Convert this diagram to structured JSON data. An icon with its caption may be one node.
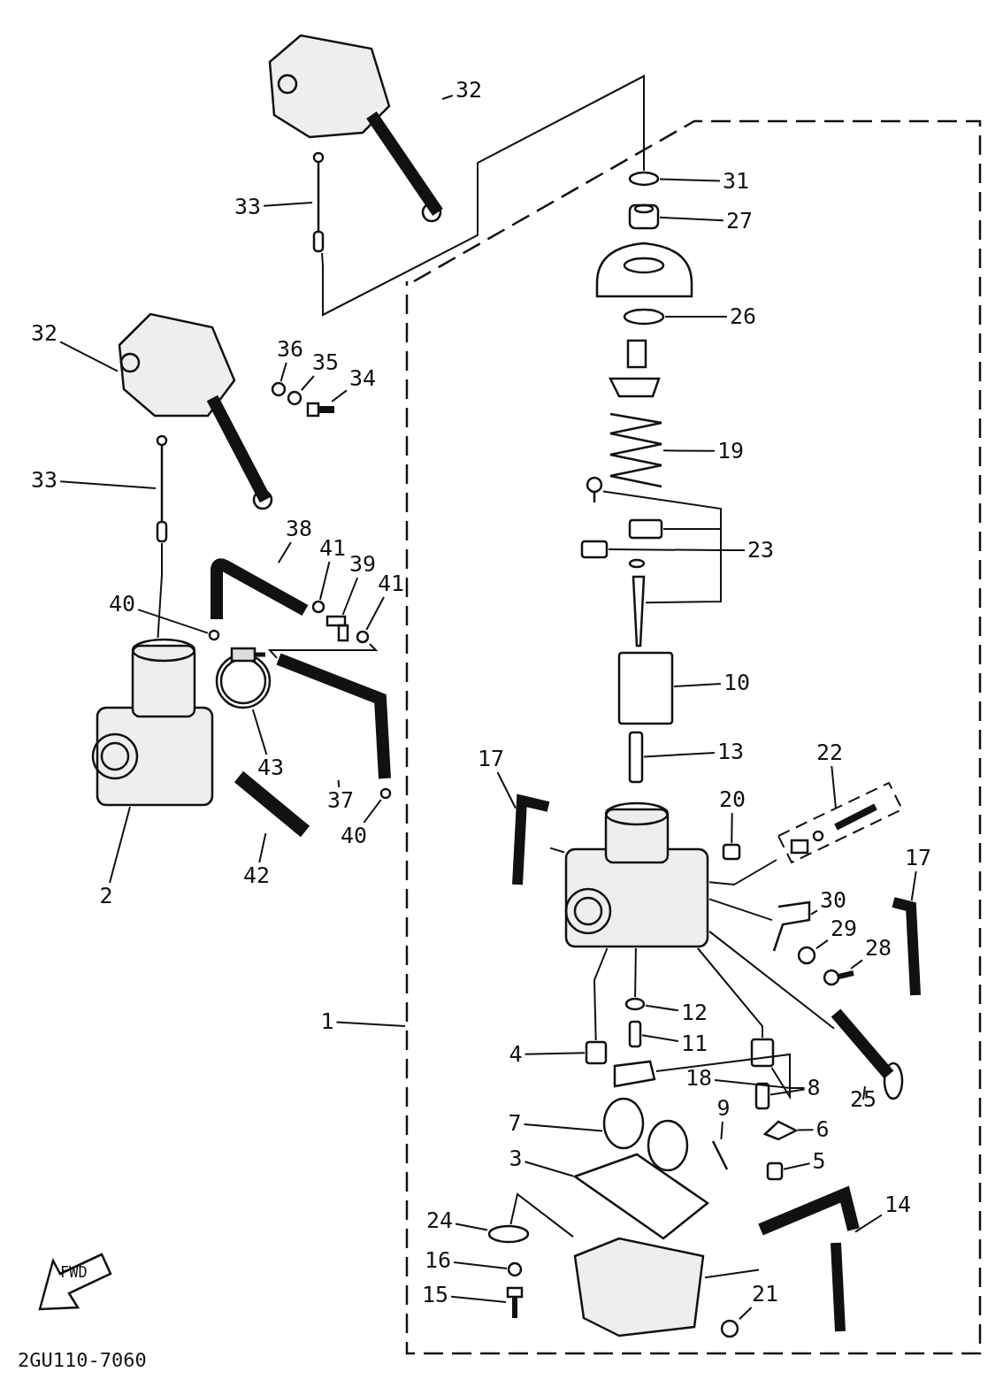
{
  "diagram": {
    "nodes": [
      {
        "text": [
          "32"
        ]
      },
      {
        "text": [
          "33"
        ]
      },
      {
        "text": [
          "31"
        ]
      },
      {
        "text": [
          "27"
        ]
      },
      {
        "text": [
          "26"
        ]
      },
      {
        "text": [
          "32"
        ]
      },
      {
        "text": [
          "36"
        ]
      },
      {
        "text": [
          "35"
        ]
      },
      {
        "text": [
          "34"
        ]
      },
      {
        "text": [
          "19"
        ]
      },
      {
        "text": [
          "23"
        ]
      },
      {
        "text": [
          "33"
        ]
      },
      {
        "text": [
          "38"
        ]
      },
      {
        "text": [
          "41"
        ]
      },
      {
        "text": [
          "39"
        ]
      },
      {
        "text": [
          "41"
        ]
      },
      {
        "text": [
          "40"
        ]
      },
      {
        "text": [
          "10"
        ]
      },
      {
        "text": [
          "13"
        ]
      },
      {
        "text": [
          "17"
        ]
      },
      {
        "text": [
          "22"
        ]
      },
      {
        "text": [
          "20"
        ]
      },
      {
        "text": [
          "17"
        ]
      },
      {
        "text": [
          "43"
        ]
      },
      {
        "text": [
          "37"
        ]
      },
      {
        "text": [
          "40"
        ]
      },
      {
        "text": [
          "2"
        ]
      },
      {
        "text": [
          "42"
        ]
      },
      {
        "text": [
          "30"
        ]
      },
      {
        "text": [
          "29"
        ]
      },
      {
        "text": [
          "28"
        ]
      },
      {
        "text": [
          "1"
        ]
      },
      {
        "text": [
          "12"
        ]
      },
      {
        "text": [
          "11"
        ]
      },
      {
        "text": [
          "4"
        ]
      },
      {
        "text": [
          "18"
        ]
      },
      {
        "text": [
          "8"
        ]
      },
      {
        "text": [
          "25"
        ]
      },
      {
        "text": [
          "7"
        ]
      },
      {
        "text": [
          "9"
        ]
      },
      {
        "text": [
          "6"
        ]
      },
      {
        "text": [
          "3"
        ]
      },
      {
        "text": [
          "5"
        ]
      },
      {
        "text": [
          "14"
        ]
      },
      {
        "text": [
          "24"
        ]
      },
      {
        "text": [
          "16"
        ]
      },
      {
        "text": [
          "15"
        ]
      },
      {
        "text": [
          "21"
        ]
      },
      {
        "text": [],
        "shape": "picture"
      },
      {
        "text": [],
        "shape": "picture"
      },
      {
        "text": [],
        "shape": "circle"
      },
      {
        "text": [],
        "shape": "picture"
      },
      {
        "text": [],
        "shape": "circle"
      },
      {
        "text": [],
        "shape": "picture"
      },
      {
        "text": [],
        "shape": "picture"
      },
      {
        "text": [],
        "shape": "picture"
      },
      {
        "text": [],
        "shape": "box"
      },
      {
        "text": [],
        "shape": "box"
      },
      {
        "text": [],
        "shape": "picture"
      },
      {
        "text": [],
        "shape": "picture"
      },
      {
        "text": [],
        "shape": "circle"
      },
      {
        "text": [],
        "shape": "circle"
      },
      {
        "text": [],
        "shape": "picture"
      },
      {
        "text": [],
        "shape": "picture"
      },
      {
        "text": [],
        "shape": "picture"
      },
      {
        "text": [],
        "shape": "circle"
      },
      {
        "text": [],
        "shape": "picture"
      },
      {
        "text": [],
        "shape": "circle"
      },
      {
        "text": [],
        "shape": "circle"
      },
      {
        "text": [],
        "shape": "box"
      },
      {
        "text": [],
        "shape": "box"
      },
      {
        "text": [],
        "shape": "picture"
      },
      {
        "text": [],
        "shape": "picture"
      },
      {
        "text": [],
        "shape": "box"
      },
      {
        "text": [],
        "shape": "picture"
      },
      {
        "text": [],
        "shape": "picture"
      },
      {
        "text": [],
        "shape": "picture"
      },
      {
        "text": [],
        "shape": "circle"
      },
      {
        "text": [],
        "shape": "picture"
      },
      {
        "text": [],
        "shape": "picture"
      },
      {
        "text": [],
        "shape": "picture"
      },
      {
        "text": [],
        "shape": "circle"
      },
      {
        "text": [],
        "shape": "picture"
      },
      {
        "text": [],
        "shape": "picture"
      },
      {
        "text": [],
        "shape": "circle"
      },
      {
        "text": [],
        "shape": "box"
      },
      {
        "text": [],
        "shape": "box"
      },
      {
        "text": [],
        "shape": "picture"
      },
      {
        "text": [],
        "shape": "box"
      },
      {
        "text": [],
        "shape": "box"
      },
      {
        "text": [],
        "shape": "picture"
      },
      {
        "text": [],
        "shape": "picture"
      },
      {
        "text": [],
        "shape": "picture"
      },
      {
        "text": [],
        "shape": "picture"
      },
      {
        "text": [],
        "shape": "picture"
      },
      {
        "text": [],
        "shape": "box"
      },
      {
        "text": [],
        "shape": "picture"
      },
      {
        "text": [],
        "shape": "circle"
      },
      {
        "text": [],
        "shape": "circle"
      },
      {
        "text": [],
        "shape": "picture"
      },
      {
        "text": [],
        "shape": "circle"
      },
      {
        "text": [],
        "shape": "picture"
      },
      {
        "text": [],
        "shape": "picture"
      }
    ],
    "edges": [
      {
        "from": 0,
        "to": 48,
        "arrow": "none"
      },
      {
        "from": 1,
        "to": 49,
        "arrow": "none"
      },
      {
        "from": 2,
        "to": 50,
        "arrow": "none"
      },
      {
        "from": 3,
        "to": 51,
        "arrow": "none"
      },
      {
        "from": 4,
        "to": 52,
        "arrow": "none"
      },
      {
        "from": 5,
        "to": 59,
        "arrow": "none"
      },
      {
        "from": 6,
        "to": 60,
        "arrow": "none"
      },
      {
        "from": 7,
        "to": 61,
        "arrow": "none"
      },
      {
        "from": 8,
        "to": 62,
        "arrow": "none"
      },
      {
        "from": 9,
        "to": 54,
        "arrow": "none"
      },
      {
        "from": 10,
        "to": 55,
        "arrow": "none"
      },
      {
        "from": 10,
        "to": 56,
        "arrow": "none"
      },
      {
        "from": 10,
        "to": 57,
        "arrow": "none"
      },
      {
        "from": 10,
        "to": 58,
        "arrow": "none"
      },
      {
        "from": 11,
        "to": 63,
        "arrow": "none"
      },
      {
        "from": 12,
        "to": 64,
        "arrow": "none"
      },
      {
        "from": 13,
        "to": 65,
        "arrow": "none"
      },
      {
        "from": 14,
        "to": 66,
        "arrow": "none"
      },
      {
        "from": 15,
        "to": 67,
        "arrow": "none"
      },
      {
        "from": 16,
        "to": 68,
        "arrow": "none"
      },
      {
        "from": 17,
        "to": 69,
        "arrow": "none"
      },
      {
        "from": 18,
        "to": 70,
        "arrow": "none"
      },
      {
        "from": 19,
        "to": 71,
        "arrow": "none"
      },
      {
        "from": 20,
        "to": 72,
        "arrow": "none"
      },
      {
        "from": 21,
        "to": 73,
        "arrow": "none"
      },
      {
        "from": 22,
        "to": 74,
        "arrow": "none"
      },
      {
        "from": 23,
        "to": 75,
        "arrow": "none"
      },
      {
        "from": 24,
        "to": 76,
        "arrow": "none"
      },
      {
        "from": 25,
        "to": 77,
        "arrow": "none"
      },
      {
        "from": 26,
        "to": 78,
        "arrow": "none"
      },
      {
        "from": 27,
        "to": 79,
        "arrow": "none"
      },
      {
        "from": 28,
        "to": 80,
        "arrow": "none"
      },
      {
        "from": 29,
        "to": 81,
        "arrow": "none"
      },
      {
        "from": 30,
        "to": 82,
        "arrow": "none"
      },
      {
        "from": 31,
        "to": null,
        "arrow": "none"
      },
      {
        "from": 32,
        "to": 84,
        "arrow": "none"
      },
      {
        "from": 33,
        "to": 85,
        "arrow": "none"
      },
      {
        "from": 34,
        "to": 86,
        "arrow": "none"
      },
      {
        "from": 35,
        "to": 87,
        "arrow": "none"
      },
      {
        "from": 36,
        "to": 88,
        "arrow": "none"
      },
      {
        "from": 36,
        "to": 89,
        "arrow": "none"
      },
      {
        "from": 37,
        "to": 90,
        "arrow": "none"
      },
      {
        "from": 38,
        "to": 91,
        "arrow": "none"
      },
      {
        "from": 39,
        "to": 92,
        "arrow": "none"
      },
      {
        "from": 40,
        "to": 93,
        "arrow": "none"
      },
      {
        "from": 41,
        "to": 94,
        "arrow": "none"
      },
      {
        "from": 42,
        "to": 95,
        "arrow": "none"
      },
      {
        "from": 43,
        "to": 96,
        "arrow": "none"
      },
      {
        "from": 44,
        "to": 97,
        "arrow": "none"
      },
      {
        "from": 45,
        "to": 98,
        "arrow": "none"
      },
      {
        "from": 46,
        "to": 99,
        "arrow": "none"
      },
      {
        "from": 47,
        "to": 100,
        "arrow": "none"
      },
      {
        "from": 50,
        "to": 49,
        "arrow": "none"
      },
      {
        "from": 63,
        "to": 78,
        "arrow": "none"
      },
      {
        "from": 76,
        "to": 67,
        "arrow": "none"
      },
      {
        "from": 86,
        "to": 83,
        "arrow": "none"
      },
      {
        "from": 84,
        "to": 83,
        "arrow": "none"
      },
      {
        "from": 88,
        "to": 83,
        "arrow": "none"
      },
      {
        "from": 90,
        "to": 83,
        "arrow": "none"
      },
      {
        "from": 80,
        "to": 83,
        "arrow": "none"
      },
      {
        "from": 72,
        "to": 83,
        "arrow": "none"
      },
      {
        "from": 71,
        "to": 83,
        "arrow": "none"
      },
      {
        "from": 97,
        "to": 101,
        "arrow": "none"
      },
      {
        "from": 101,
        "to": 96,
        "arrow": "none"
      }
    ],
    "labels": [
      "FWD",
      "2GU110-7060"
    ]
  }
}
